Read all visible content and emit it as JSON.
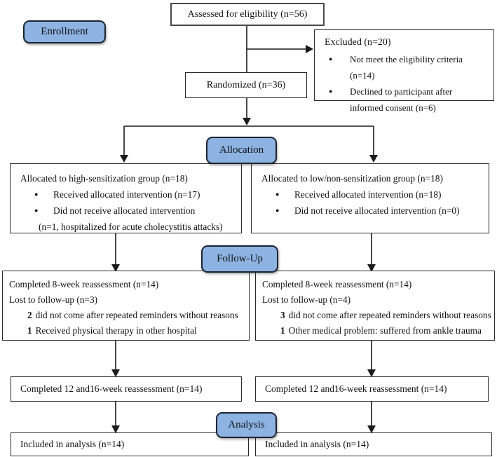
{
  "colors": {
    "stage_fill": "#8db3e2",
    "stage_border": "#1c2430",
    "box_border": "#2b2b2b",
    "line_color": "#1a1a1a",
    "text": "#111111"
  },
  "icons": {
    "bullet": "●"
  },
  "stages": {
    "enrollment": "Enrollment",
    "allocation": "Allocation",
    "followup": "Follow-Up",
    "analysis": "Analysis"
  },
  "boxes": {
    "assessed": "Assessed for eligibility (n=56)",
    "excluded": {
      "title": "Excluded (n=20)",
      "bullets": [
        "Not meet the eligibility criteria (n=14)",
        "Declined to participant after informed consent (n=6)"
      ]
    },
    "randomized": "Randomized (n=36)",
    "allocation_left": {
      "title": "Allocated to high-sensitization group (n=18)",
      "bullets": [
        "Received allocated intervention (n=17)",
        "Did not receive allocated intervention"
      ],
      "continuation": "(n=1, hospitalized for acute cholecystitis attacks)"
    },
    "allocation_right": {
      "title": "Allocated to low/non-sensitization group (n=18)",
      "bullets": [
        "Received allocated intervention (n=18)",
        "Did not receive allocated intervention (n=0)"
      ]
    },
    "followup_left": {
      "line1": "Completed 8-week reassessment (n=14)",
      "line2": "Lost to follow-up (n=3)",
      "reasons": [
        {
          "num": "2",
          "text": "did not come after repeated reminders without reasons"
        },
        {
          "num": "1",
          "text": "Received physical therapy in other hospital"
        }
      ]
    },
    "followup_right": {
      "line1": "Completed 8-week reassessment (n=14)",
      "line2": "Lost to follow-up (n=4)",
      "reasons": [
        {
          "num": "3",
          "text": "did not come after repeated reminders without reasons"
        },
        {
          "num": "1",
          "text": "Other medical problem: suffered from ankle trauma"
        }
      ]
    },
    "reassess12_left": "Completed 12 and16-week reassessment (n=14)",
    "reassess12_right": "Completed 12 and16-week reassessment (n=14)",
    "included_left": "Included in analysis (n=14)",
    "included_right": "Included in analysis (n=14)"
  }
}
